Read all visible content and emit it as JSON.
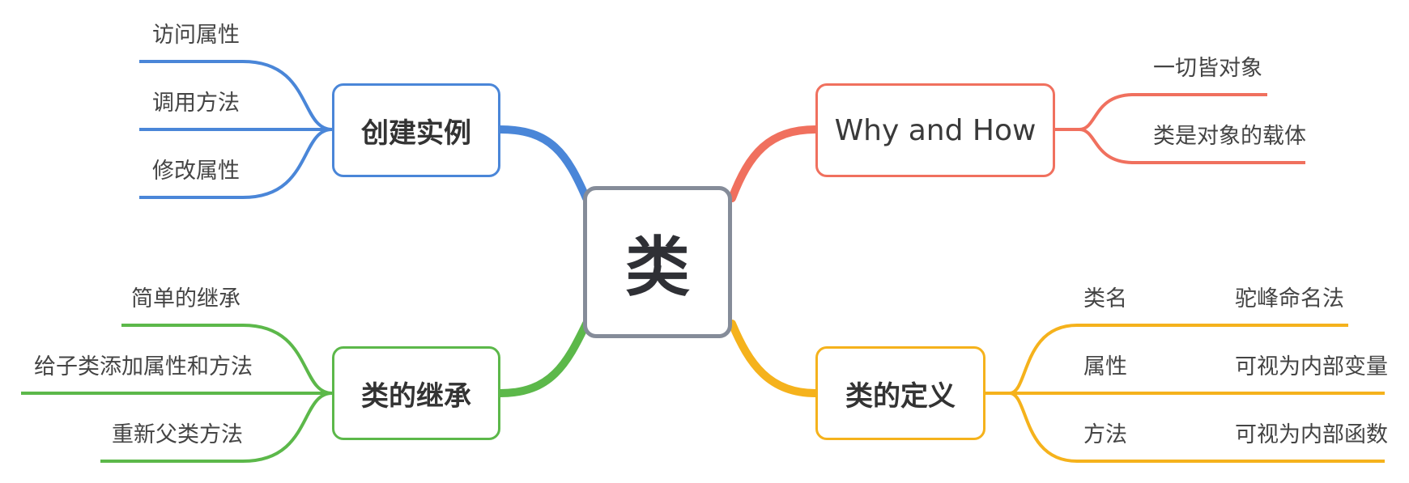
{
  "root": {
    "label": "类"
  },
  "branches": {
    "create": {
      "label": "创建实例",
      "color": "#4a86d8",
      "leaves": [
        "访问属性",
        "调用方法",
        "修改属性"
      ]
    },
    "why": {
      "label": "Why and How",
      "color": "#f0705e",
      "leaves": [
        "一切皆对象",
        "类是对象的载体"
      ]
    },
    "inherit": {
      "label": "类的继承",
      "color": "#5cb84a",
      "leaves": [
        "简单的继承",
        "给子类添加属性和方法",
        "重新父类方法"
      ]
    },
    "define": {
      "label": "类的定义",
      "color": "#f5b21c",
      "leaves": [
        {
          "name": "类名",
          "desc": "驼峰命名法"
        },
        {
          "name": "属性",
          "desc": "可视为内部变量"
        },
        {
          "name": "方法",
          "desc": "可视为内部函数"
        }
      ]
    }
  }
}
